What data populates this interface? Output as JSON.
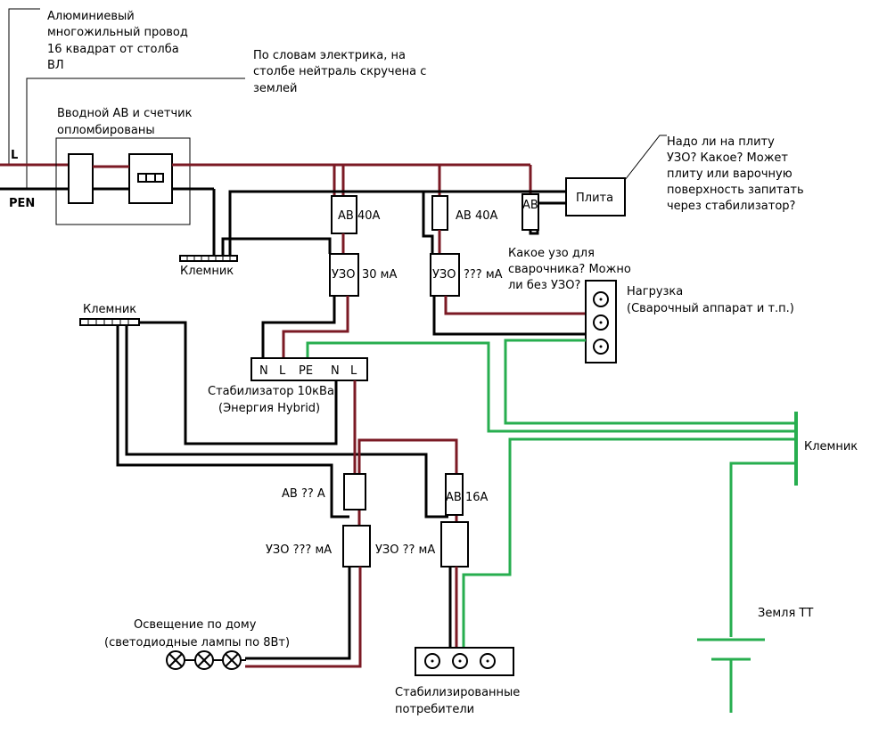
{
  "labels": {
    "feed_note": [
      "Алюминиевый",
      "многожильный провод",
      "16 квадрат от столба",
      "ВЛ"
    ],
    "neutral_note": [
      "По словам электрика, на",
      "столбе нейтраль скручена с",
      "землей"
    ],
    "intro_note": [
      "Вводной АВ и счетчик",
      "опломбированы"
    ],
    "L": "L",
    "PEN": "PEN",
    "terminal1": "Клемник",
    "terminal2": "Клемник",
    "terminal3": "Клемник",
    "breaker_40a_1": "АВ 40А",
    "breaker_40a_2": "АВ 40А",
    "breaker_av": "АВ",
    "stove": "Плита",
    "stove_question": [
      "Надо ли на плиту",
      "УЗО? Какое? Может",
      "плиту или варочную",
      "поверхность запитать",
      "через стабилизатор?"
    ],
    "rcd_30": "УЗО",
    "rcd_30_value": "30 мА",
    "rcd_unknown": "УЗО",
    "rcd_unknown_value": "??? мА",
    "welder_question": [
      "Какое узо для",
      "сварочника? Можно",
      "ли без УЗО?"
    ],
    "load": [
      "Нагрузка",
      "(Сварочный аппарат и т.п.)"
    ],
    "stab_terminals": [
      "N",
      "L",
      "PE",
      "N",
      "L"
    ],
    "stabilizer": [
      "Стабилизатор 10кВа",
      "(Энергия Hybrid)"
    ],
    "breaker_unknown": "АВ ?? А",
    "breaker_16a": "АВ 16А",
    "rcd_lighting": "УЗО ??? мА",
    "rcd_consumers": "УЗО ?? мА",
    "lighting": [
      "Освещение по дому",
      "(светодиодные лампы по 8Вт)"
    ],
    "consumers": [
      "Стабилизированные",
      "потребители"
    ],
    "ground": "Земля ТТ"
  },
  "colors": {
    "phase": "#7b1a24",
    "neutral": "#000000",
    "pe": "#27ae4f"
  }
}
